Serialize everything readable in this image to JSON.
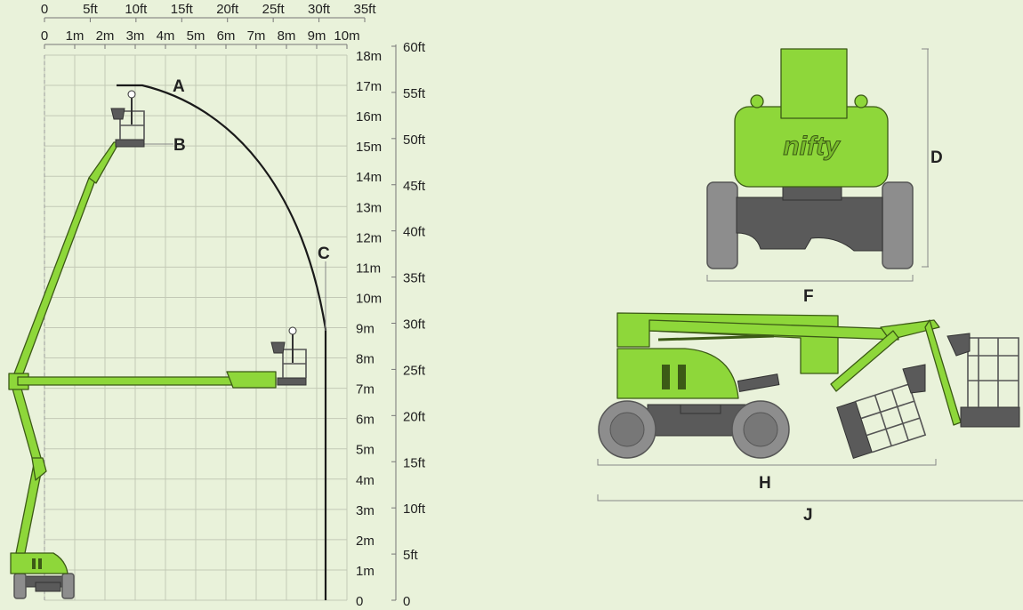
{
  "scale_ft": {
    "ticks": [
      "0",
      "5ft",
      "10ft",
      "15ft",
      "20ft",
      "25ft",
      "30ft",
      "35ft"
    ]
  },
  "scale_m_horizontal": {
    "ticks": [
      "0",
      "1m",
      "2m",
      "3m",
      "4m",
      "5m",
      "6m",
      "7m",
      "8m",
      "9m",
      "10m"
    ]
  },
  "scale_m_vertical": {
    "ticks": [
      "0",
      "1m",
      "2m",
      "3m",
      "4m",
      "5m",
      "6m",
      "7m",
      "8m",
      "9m",
      "10m",
      "11m",
      "12m",
      "13m",
      "14m",
      "15m",
      "16m",
      "17m",
      "18m"
    ]
  },
  "scale_ft_vertical": {
    "ticks": [
      "0",
      "5ft",
      "10ft",
      "15ft",
      "20ft",
      "25ft",
      "30ft",
      "35ft",
      "40ft",
      "45ft",
      "50ft",
      "55ft",
      "60ft"
    ]
  },
  "markers": {
    "A": "A",
    "B": "B",
    "C": "C",
    "D": "D",
    "F": "F",
    "H": "H",
    "J": "J"
  },
  "brand": {
    "logo_text": "nifty"
  },
  "colors": {
    "background": "#e9f2da",
    "machine_green": "#8ed73a",
    "chassis_dark": "#5a5a5a",
    "tyre_grey": "#8d8d8d"
  }
}
